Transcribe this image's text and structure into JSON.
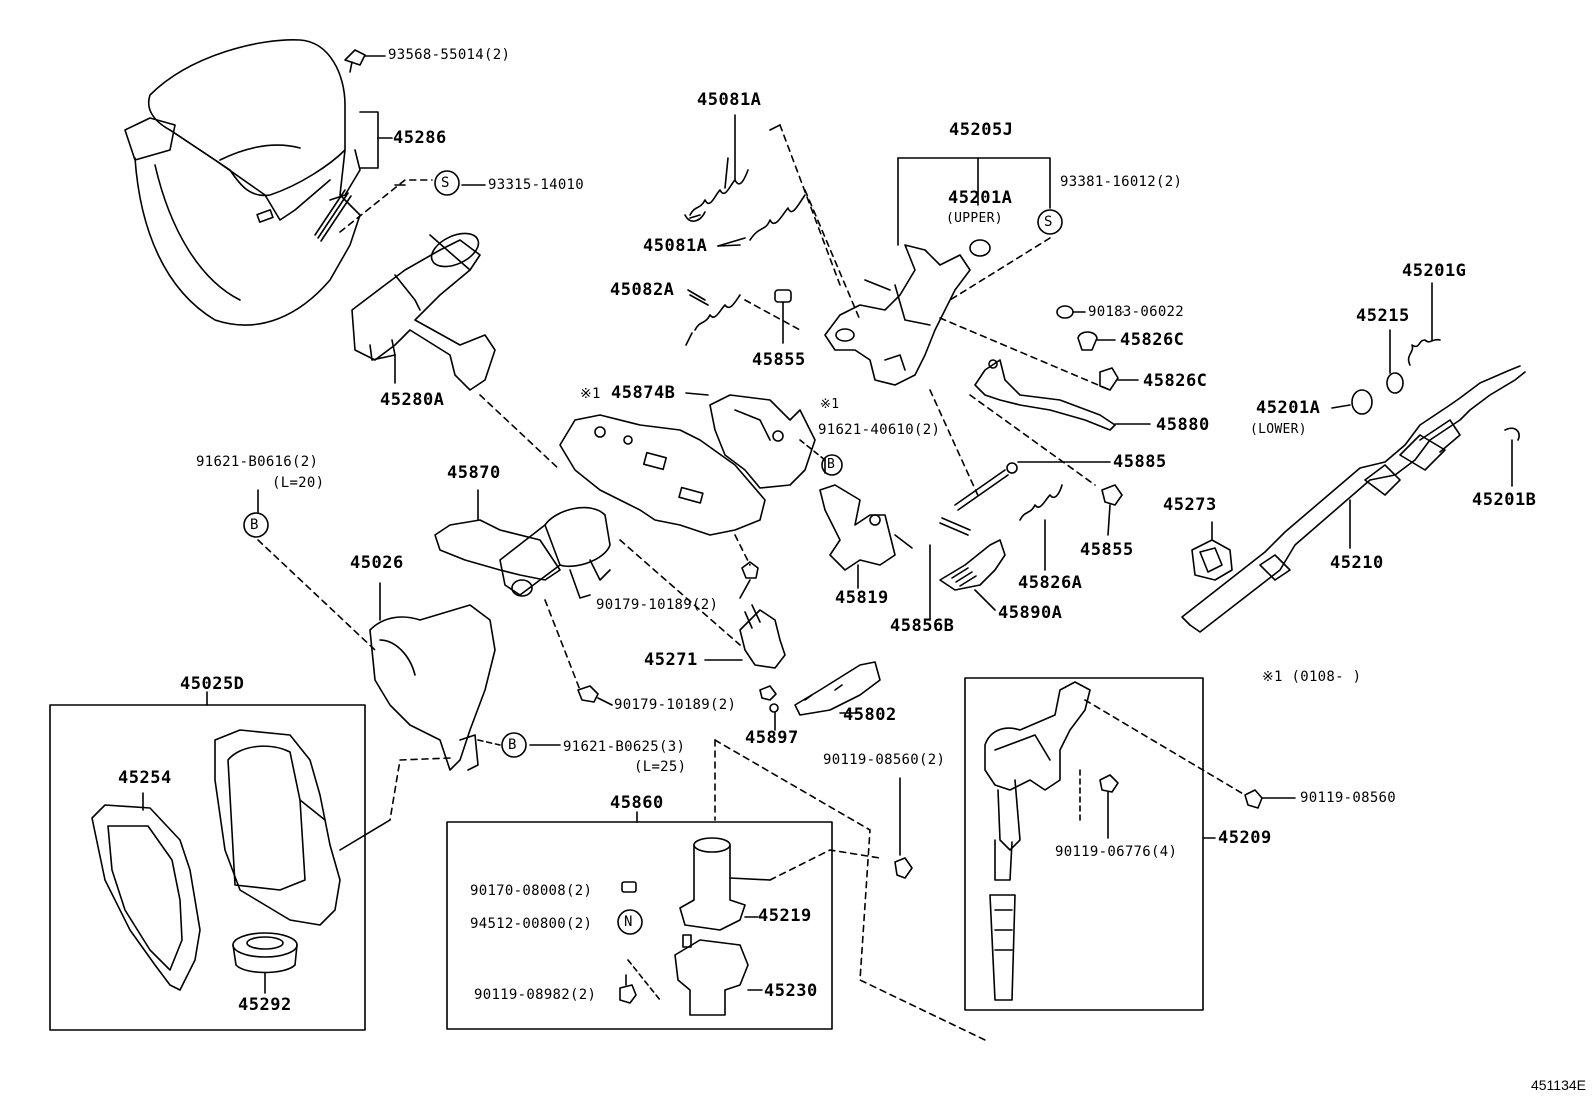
{
  "parts": {
    "p93568": "93568-55014(2)",
    "p45286": "45286",
    "p93315": "93315-14010",
    "p45280A": "45280A",
    "p45081A_top": "45081A",
    "p45081A": "45081A",
    "p45082A": "45082A",
    "p45855_top": "45855",
    "p45205J": "45205J",
    "p93381": "93381-16012(2)",
    "p45201A_upper": "45201A",
    "upper_note": "(UPPER)",
    "p90183": "90183-06022",
    "p45826C_a": "45826C",
    "p45826C_b": "45826C",
    "p45880": "45880",
    "p45874B": "45874B",
    "p91621_40610": "91621-40610(2)",
    "p45885": "45885",
    "p45870": "45870",
    "p91621_B0616": "91621-B0616(2)",
    "l20": "(L=20)",
    "p45855_b": "45855",
    "p45826A": "45826A",
    "p45819": "45819",
    "p45856B": "45856B",
    "p45890A": "45890A",
    "p45273": "45273",
    "p45201G": "45201G",
    "p45215": "45215",
    "p45201A_lower": "45201A",
    "lower_note": "(LOWER)",
    "p45201B": "45201B",
    "p45210": "45210",
    "p45026": "45026",
    "p90179_a": "90179-10189(2)",
    "p45271": "45271",
    "p90179_b": "90179-10189(2)",
    "p45802": "45802",
    "p45897": "45897",
    "p45025D": "45025D",
    "p45254": "45254",
    "p45292": "45292",
    "p91621_B0625": "91621-B0625(3)",
    "l25": "(L=25)",
    "p45860": "45860",
    "p90119_08560_2": "90119-08560(2)",
    "p90170": "90170-08008(2)",
    "p94512": "94512-00800(2)",
    "p90119_08982": "90119-08982(2)",
    "p45219": "45219",
    "p45230": "45230",
    "p90119_08560": "90119-08560",
    "p90119_06776": "90119-06776(4)",
    "p45209": "45209",
    "note1_label": "※1 (0108-   )",
    "star_a": "※1",
    "star_b": "※1"
  },
  "callouts": {
    "S": "S",
    "B": "B",
    "N": "N"
  },
  "diagram_code": "451134E"
}
